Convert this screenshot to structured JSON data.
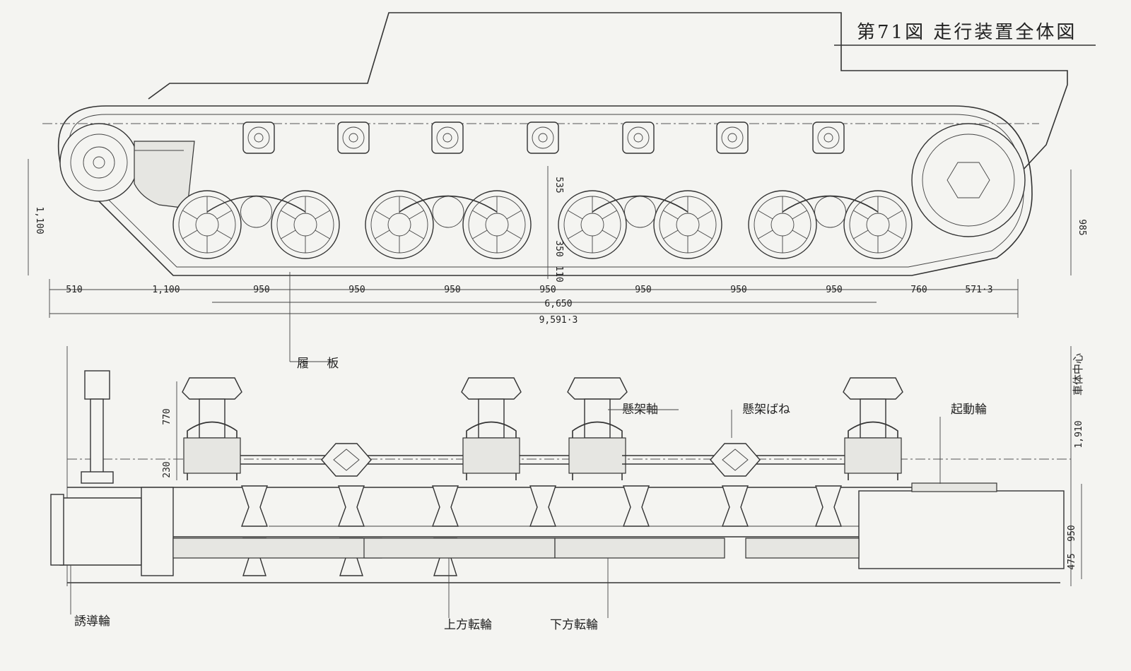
{
  "title": "第71図 走行装置全体図",
  "side_view": {
    "bottom_dims": [
      "510",
      "1,100",
      "950",
      "950",
      "950",
      "950",
      "950",
      "950",
      "950",
      "760",
      "571·3"
    ],
    "total_wheelbase": "6,650",
    "total_length": "9,591·3",
    "left_height": "1,100",
    "right_height": "985",
    "center_dims": [
      "535",
      "350",
      "110"
    ]
  },
  "plan_view": {
    "labels": {
      "track_plate": "履 板",
      "suspension_shaft": "懸架軸",
      "suspension_spring": "懸架ばね",
      "drive_wheel": "起動輪",
      "idler_wheel": "誘導輪",
      "upper_roller": "上方転輪",
      "lower_roller": "下方転輪",
      "vehicle_center": "車体中心"
    },
    "dims": {
      "height_770": "770",
      "height_230": "230",
      "width_950": "950",
      "width_475": "475",
      "center_1910": "1,910"
    }
  }
}
